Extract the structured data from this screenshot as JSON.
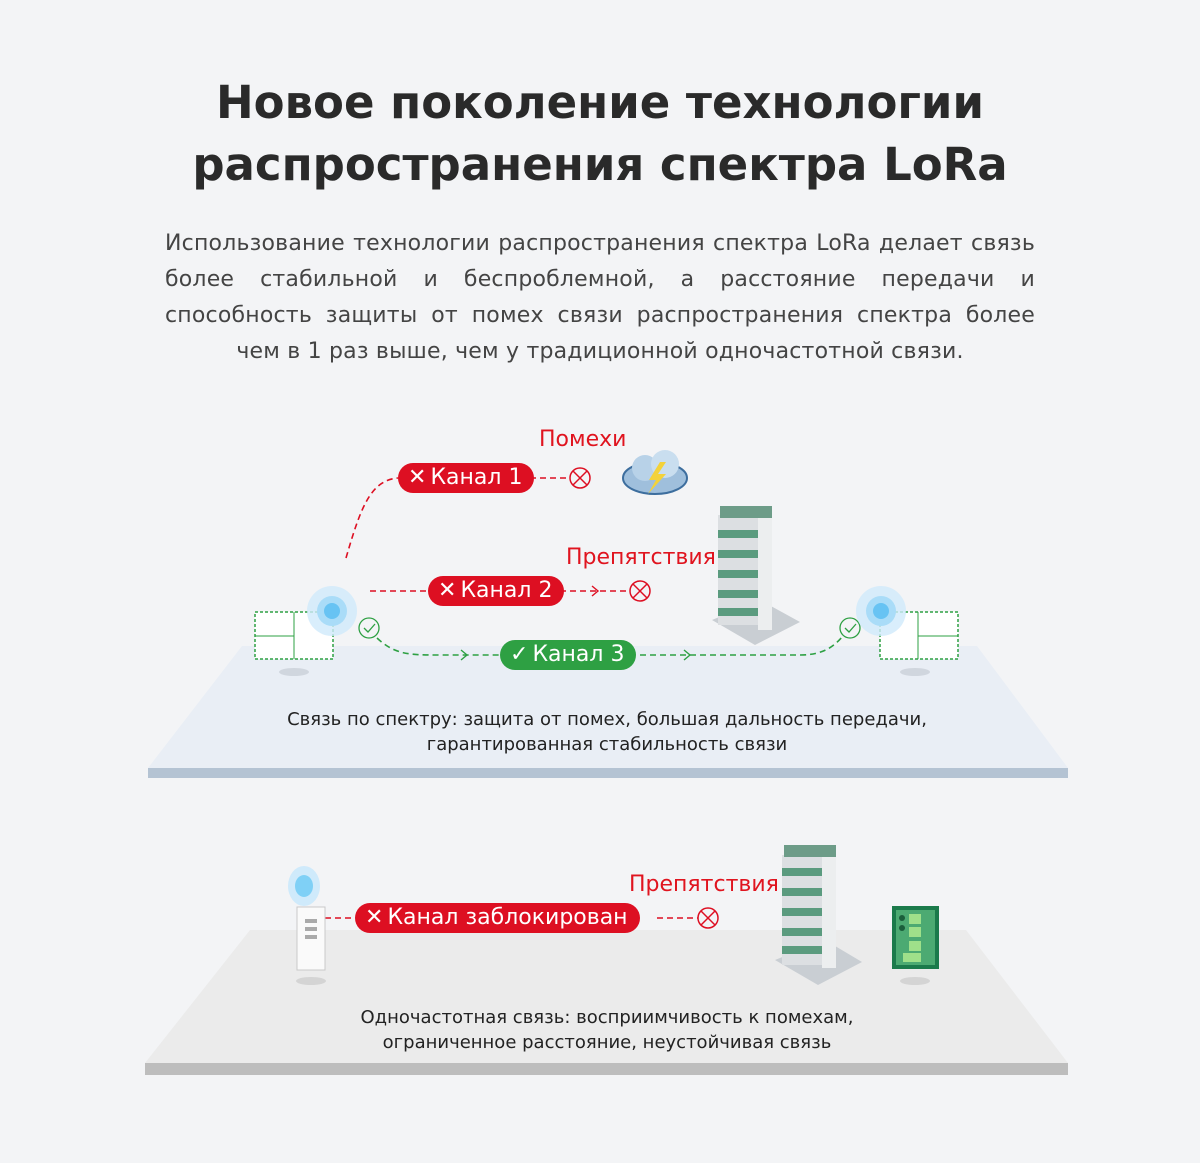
{
  "title": {
    "line1": "Новое поколение технологии",
    "line2": "распространения спектра LoRa"
  },
  "intro": "Использование технологии распространения спектра LoRa делает связь более стабильной и беспроблемной, а расстояние передачи и способность защиты от помех связи распространения спектра более чем в 1 раз выше, чем у традиционной одночастотной связи.",
  "spread": {
    "interference_label": "Помехи",
    "obstacle_label": "Препятствия",
    "channel1": "Канал 1",
    "channel2": "Канал 2",
    "channel3": "Канал 3",
    "caption_line1": "Связь по спектру: защита от помех, большая дальность передачи,",
    "caption_line2": "гарантированная стабильность связи"
  },
  "single": {
    "obstacle_label": "Препятствия",
    "channel_blocked": "Канал заблокирован",
    "caption_line1": "Одночастотная связь: восприимчивость к помехам,",
    "caption_line2": "ограниченное расстояние, неустойчивая связь"
  },
  "icons": {
    "fail": "✕",
    "ok": "✓"
  },
  "colors": {
    "red": "#dd0f22",
    "green": "#2ea043",
    "platform_top": "#e9eef5",
    "platform_bottom": "#ececec"
  }
}
